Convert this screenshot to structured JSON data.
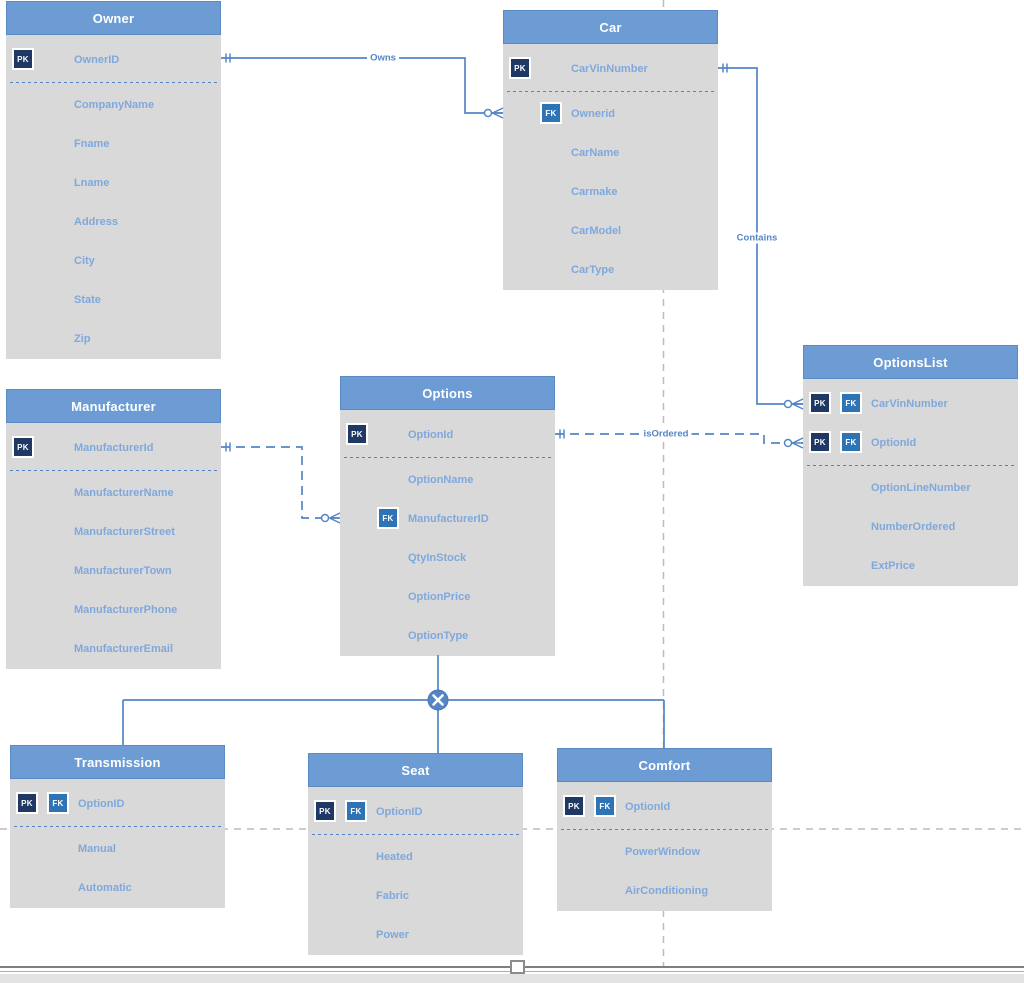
{
  "diagram": {
    "badge_labels": {
      "pk": "PK",
      "fk": "FK"
    },
    "colors": {
      "entity_header": "#6D9CD4",
      "entity_body": "#D9D9D9",
      "field_text": "#7FA8DC",
      "header_text": "#FFFFFF",
      "pk_badge": "#1F3864",
      "fk_badge": "#2E74B5",
      "connector": "#5585C5",
      "page_break": "#BBBBBB"
    },
    "entities": [
      {
        "name": "Owner",
        "key_fields": [
          {
            "label": "OwnerID",
            "badges": [
              "PK"
            ]
          }
        ],
        "fields": [
          {
            "label": "CompanyName"
          },
          {
            "label": "Fname"
          },
          {
            "label": "Lname"
          },
          {
            "label": "Address"
          },
          {
            "label": "City"
          },
          {
            "label": "State"
          },
          {
            "label": "Zip"
          }
        ]
      },
      {
        "name": "Car",
        "key_fields": [
          {
            "label": "CarVinNumber",
            "badges": [
              "PK"
            ]
          }
        ],
        "fields": [
          {
            "label": "Ownerid",
            "badges": [
              "FK"
            ]
          },
          {
            "label": "CarName"
          },
          {
            "label": "Carmake"
          },
          {
            "label": "CarModel"
          },
          {
            "label": "CarType"
          }
        ]
      },
      {
        "name": "OptionsList",
        "key_fields": [
          {
            "label": "CarVinNumber",
            "badges": [
              "PK",
              "FK"
            ]
          },
          {
            "label": "OptionId",
            "badges": [
              "PK",
              "FK"
            ]
          }
        ],
        "fields": [
          {
            "label": "OptionLineNumber"
          },
          {
            "label": "NumberOrdered"
          },
          {
            "label": "ExtPrice"
          }
        ]
      },
      {
        "name": "Manufacturer",
        "key_fields": [
          {
            "label": "ManufacturerId",
            "badges": [
              "PK"
            ]
          }
        ],
        "fields": [
          {
            "label": "ManufacturerName"
          },
          {
            "label": "ManufacturerStreet"
          },
          {
            "label": "ManufacturerTown"
          },
          {
            "label": "ManufacturerPhone"
          },
          {
            "label": "ManufacturerEmail"
          }
        ]
      },
      {
        "name": "Options",
        "key_fields": [
          {
            "label": "OptionId",
            "badges": [
              "PK"
            ]
          }
        ],
        "fields": [
          {
            "label": "OptionName"
          },
          {
            "label": "ManufacturerID",
            "badges": [
              "FK"
            ]
          },
          {
            "label": "QtyInStock"
          },
          {
            "label": "OptionPrice"
          },
          {
            "label": "OptionType"
          }
        ]
      },
      {
        "name": "Transmission",
        "key_fields": [
          {
            "label": "OptionID",
            "badges": [
              "PK",
              "FK"
            ]
          }
        ],
        "fields": [
          {
            "label": "Manual"
          },
          {
            "label": "Automatic"
          }
        ]
      },
      {
        "name": "Seat",
        "key_fields": [
          {
            "label": "OptionID",
            "badges": [
              "PK",
              "FK"
            ]
          }
        ],
        "fields": [
          {
            "label": "Heated"
          },
          {
            "label": "Fabric"
          },
          {
            "label": "Power"
          }
        ]
      },
      {
        "name": "Comfort",
        "key_fields": [
          {
            "label": "OptionId",
            "badges": [
              "PK",
              "FK"
            ]
          }
        ],
        "fields": [
          {
            "label": "PowerWindow"
          },
          {
            "label": "AirConditioning"
          }
        ]
      }
    ],
    "relationships": {
      "owns": {
        "label": "Owns"
      },
      "contains": {
        "label": "Contains"
      },
      "is_ordered": {
        "label": "isOrdered"
      }
    }
  }
}
